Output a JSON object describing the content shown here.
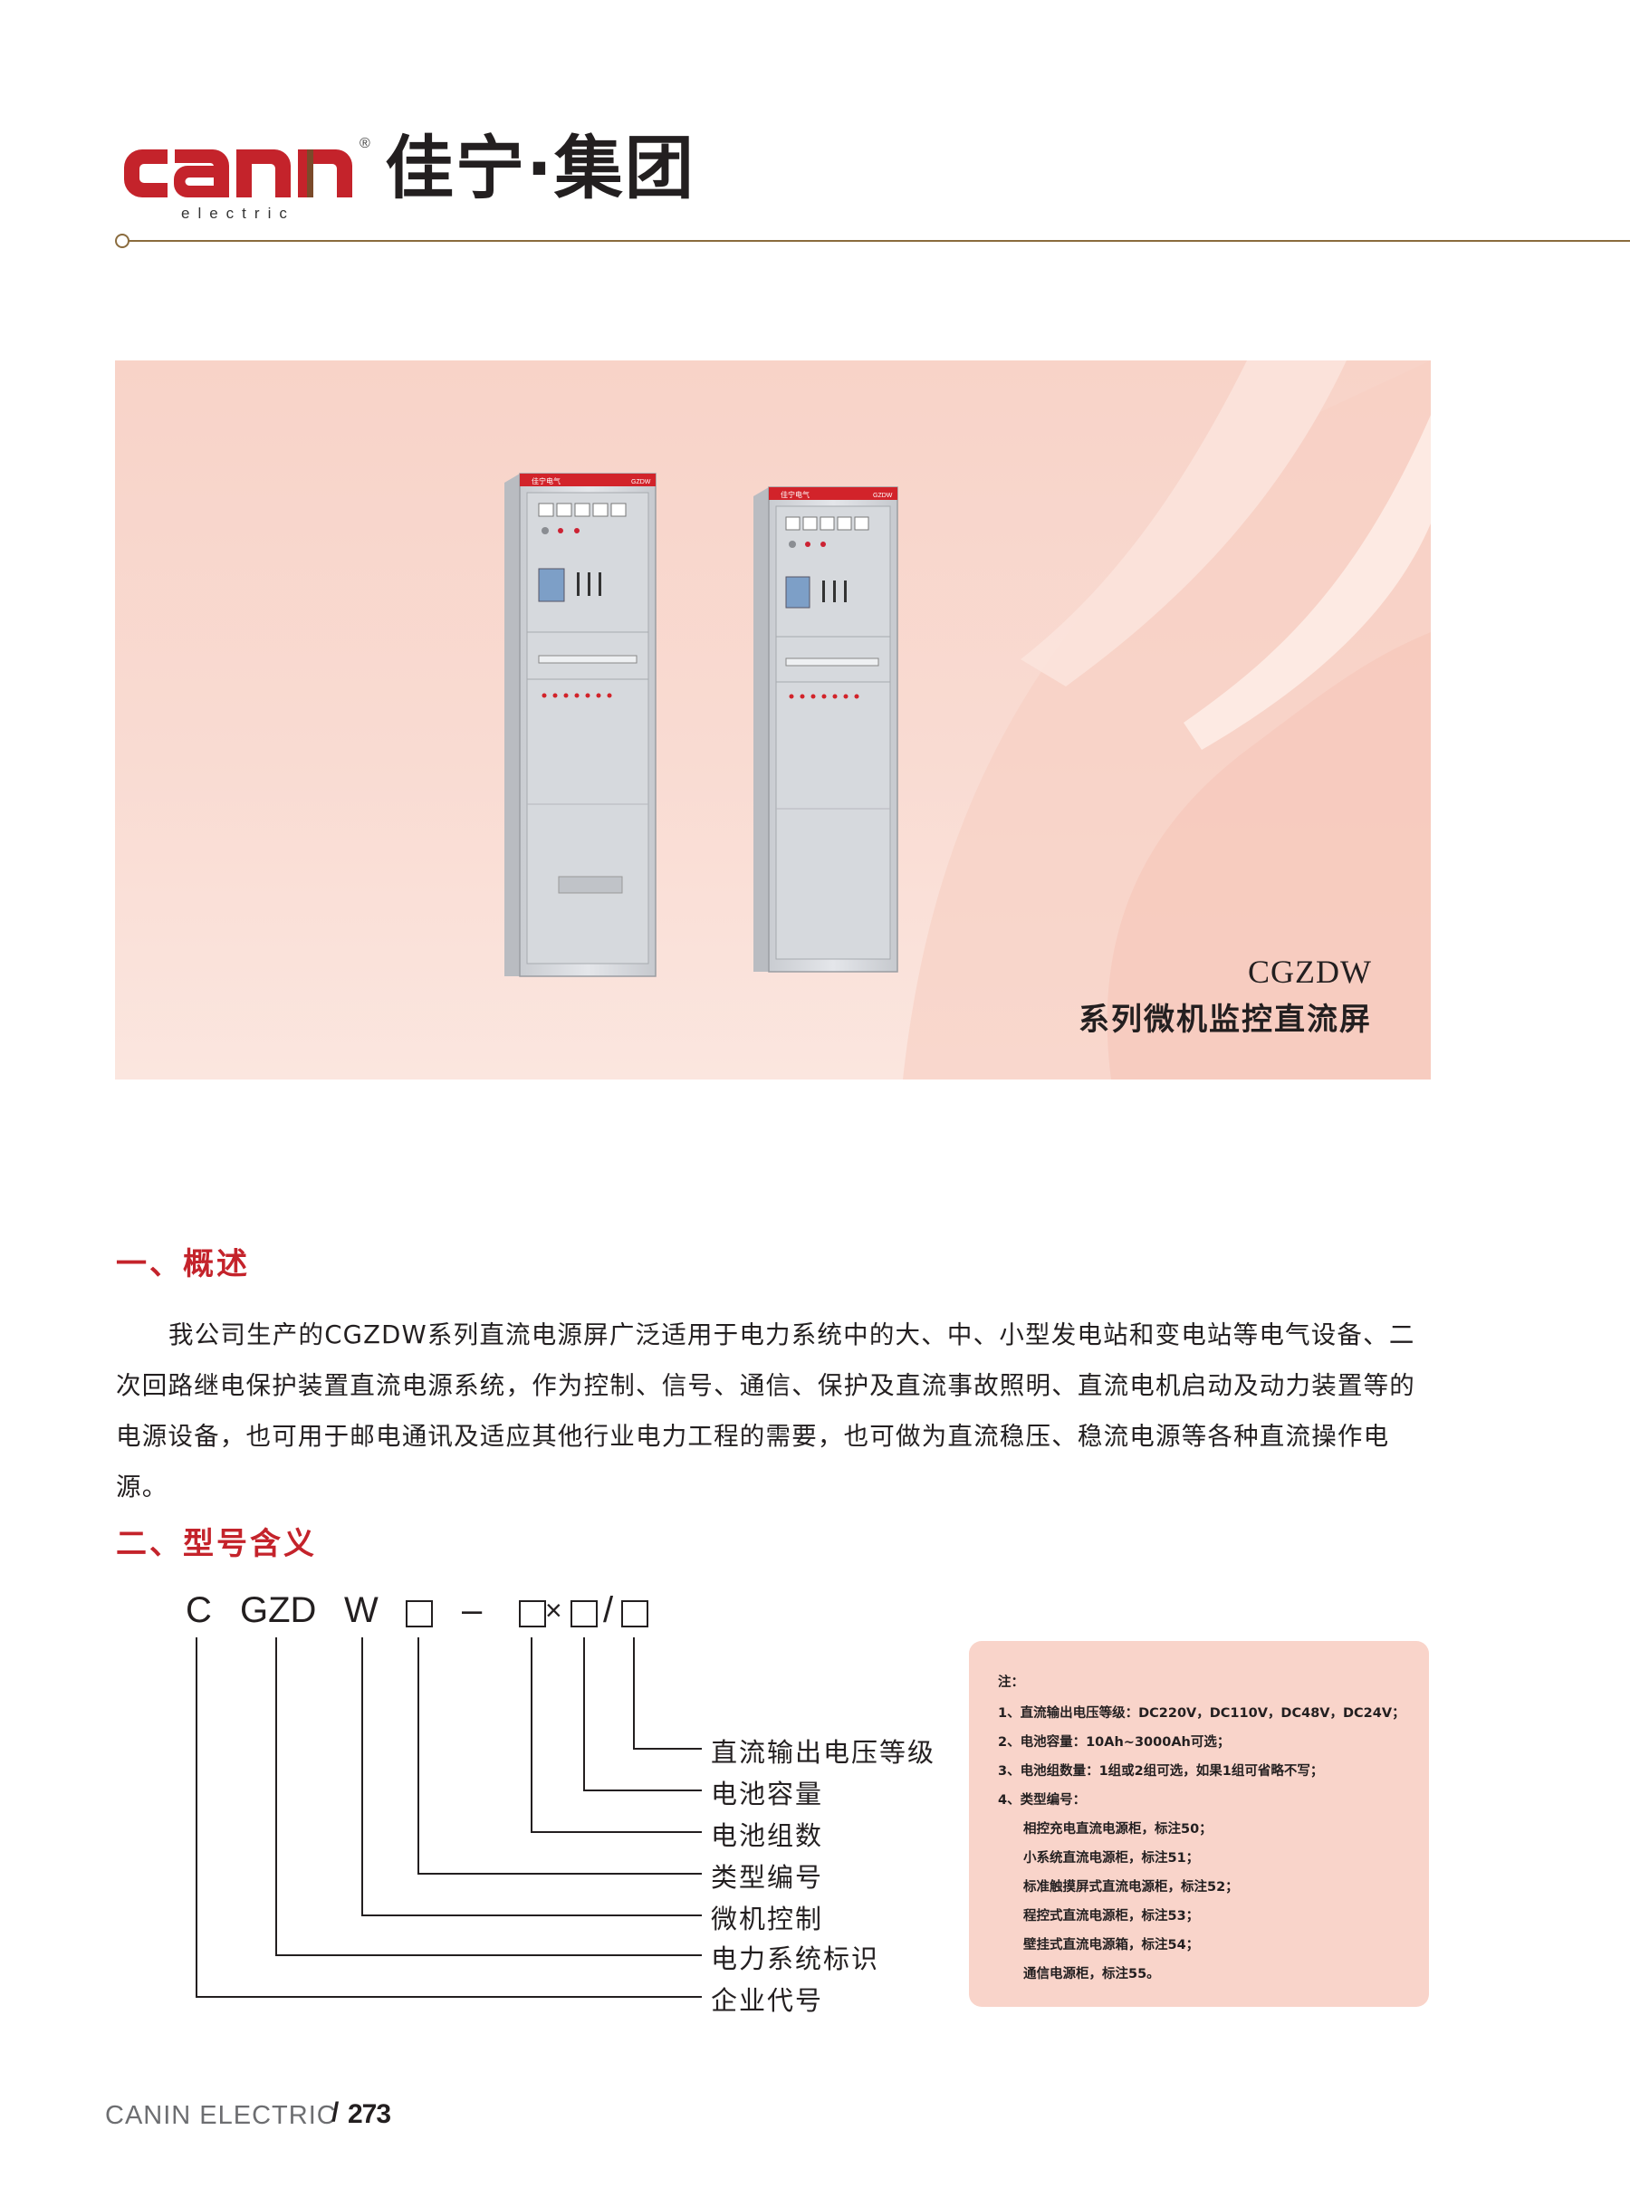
{
  "header": {
    "logo_text": "canin",
    "logo_sub": "electric",
    "logo_reg": "®",
    "logo_cn": "佳宁·集团",
    "brand_red": "#c4232b"
  },
  "banner": {
    "cabinet_label_left": "佳宁电气",
    "cabinet_label_right": "GZDW",
    "product_code": "CGZDW",
    "product_name": "系列微机监控直流屏"
  },
  "section1": {
    "heading": "一、概述",
    "lines": [
      "我公司生产的CGZDW系列直流电源屏广泛适用于电力系统中的大、中、小型发电站和变电站等电气设备、二",
      "次回路继电保护装置直流电源系统，作为控制、信号、通信、保护及直流事故照明、直流电机启动及动力装置等的",
      "电源设备，也可用于邮电通讯及适应其他行业电力工程的需要，也可做为直流稳压、稳流电源等各种直流操作电源。"
    ]
  },
  "section2": {
    "heading": "二、型号含义",
    "code": {
      "c": "C",
      "gzd": "GZD",
      "w": "W",
      "dash": "–",
      "times": "×",
      "slash": "/"
    },
    "labels": [
      "直流输出电压等级",
      "电池容量",
      "电池组数",
      "类型编号",
      "微机控制",
      "电力系统标识",
      "企业代号"
    ]
  },
  "notes": {
    "title": "注：",
    "lines": [
      "1、直流输出电压等级：DC220V，DC110V，DC48V，DC24V；",
      "2、电池容量：10Ah~3000Ah可选；",
      "3、电池组数量：1组或2组可选，如果1组可省略不写；",
      "4、类型编号：",
      "相控充电直流电源柜，标注50；",
      "小系统直流电源柜，标注51；",
      "标准触摸屏式直流电源柜，标注52；",
      "程控式直流电源柜，标注53；",
      "壁挂式直流电源箱，标注54；",
      "通信电源柜，标注55。"
    ]
  },
  "footer": {
    "brand": "CANIN ELECTRIC",
    "separator": "/",
    "page": "273"
  }
}
